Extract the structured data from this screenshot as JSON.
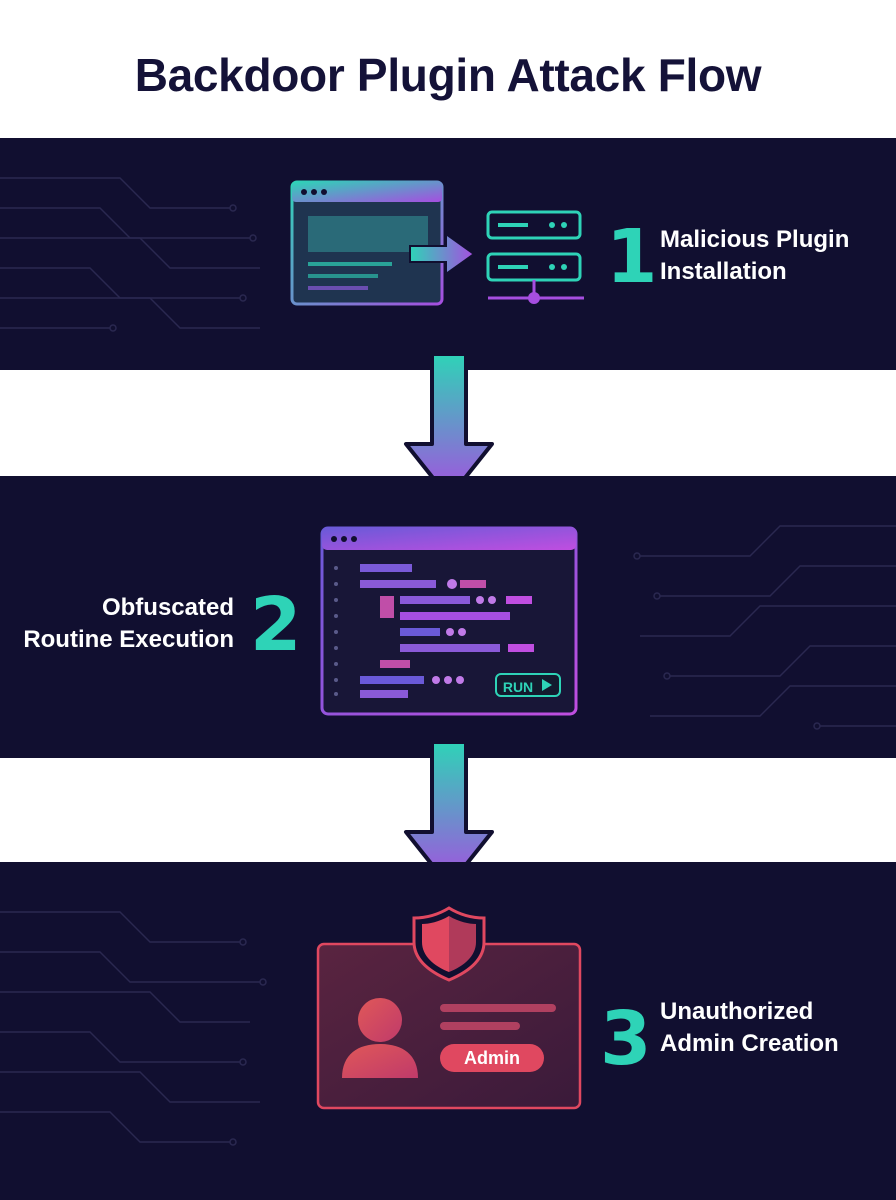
{
  "title": "Backdoor Plugin Attack Flow",
  "steps": [
    {
      "number": "1",
      "label_line1": "Malicious Plugin",
      "label_line2": "Installation",
      "icon": "browser-to-server-icon"
    },
    {
      "number": "2",
      "label_line1": "Obfuscated",
      "label_line2": "Routine Execution",
      "icon": "code-editor-icon",
      "button": "RUN"
    },
    {
      "number": "3",
      "label_line1": "Unauthorized",
      "label_line2": "Admin Creation",
      "icon": "admin-id-card-icon",
      "badge": "Admin"
    }
  ],
  "colors": {
    "band": "#110f30",
    "accent_teal": "#2ed3b7",
    "accent_purple": "#a64ee0",
    "alert_red": "#e04860",
    "title": "#141238"
  }
}
